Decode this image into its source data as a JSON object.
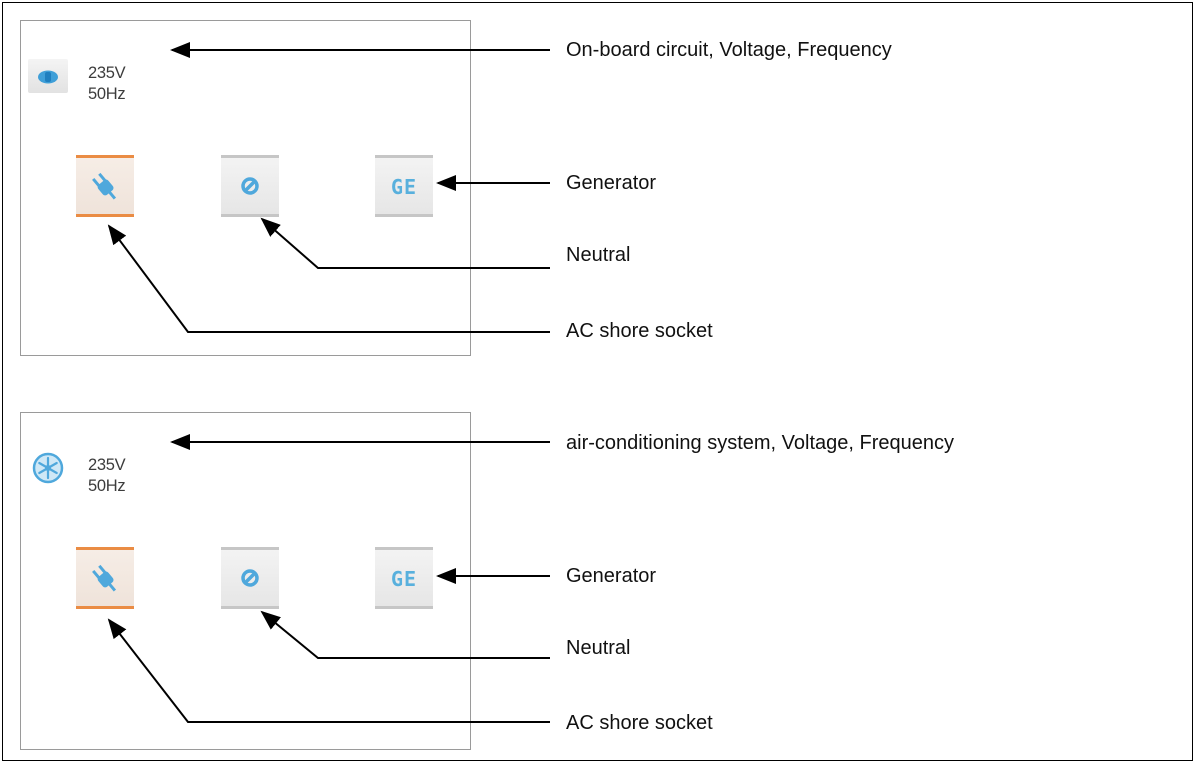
{
  "panels": [
    {
      "id": "onboard",
      "status_icon": "onboard-circuit-icon",
      "voltage": "235V",
      "frequency": "50Hz",
      "buttons": [
        {
          "name": "ac-shore-socket-button",
          "icon": "plug-icon",
          "active": true
        },
        {
          "name": "neutral-button",
          "icon": "neutral-icon",
          "active": false
        },
        {
          "name": "generator-button",
          "icon": "generator-icon",
          "text": "GE",
          "active": false
        }
      ],
      "callouts": {
        "status": "On-board circuit, Voltage, Frequency",
        "generator": "Generator",
        "neutral": "Neutral",
        "shore": "AC shore socket"
      }
    },
    {
      "id": "aircon",
      "status_icon": "air-conditioning-icon",
      "voltage": "235V",
      "frequency": "50Hz",
      "buttons": [
        {
          "name": "ac-shore-socket-button",
          "icon": "plug-icon",
          "active": true
        },
        {
          "name": "neutral-button",
          "icon": "neutral-icon",
          "active": false
        },
        {
          "name": "generator-button",
          "icon": "generator-icon",
          "text": "GE",
          "active": false
        }
      ],
      "callouts": {
        "status": "air-conditioning system, Voltage, Frequency",
        "generator": "Generator",
        "neutral": "Neutral",
        "shore": "AC shore socket"
      }
    }
  ],
  "colors": {
    "icon_blue": "#4fa8dc",
    "active_accent": "#ea8c44",
    "panel_border": "#9a9a9a"
  }
}
